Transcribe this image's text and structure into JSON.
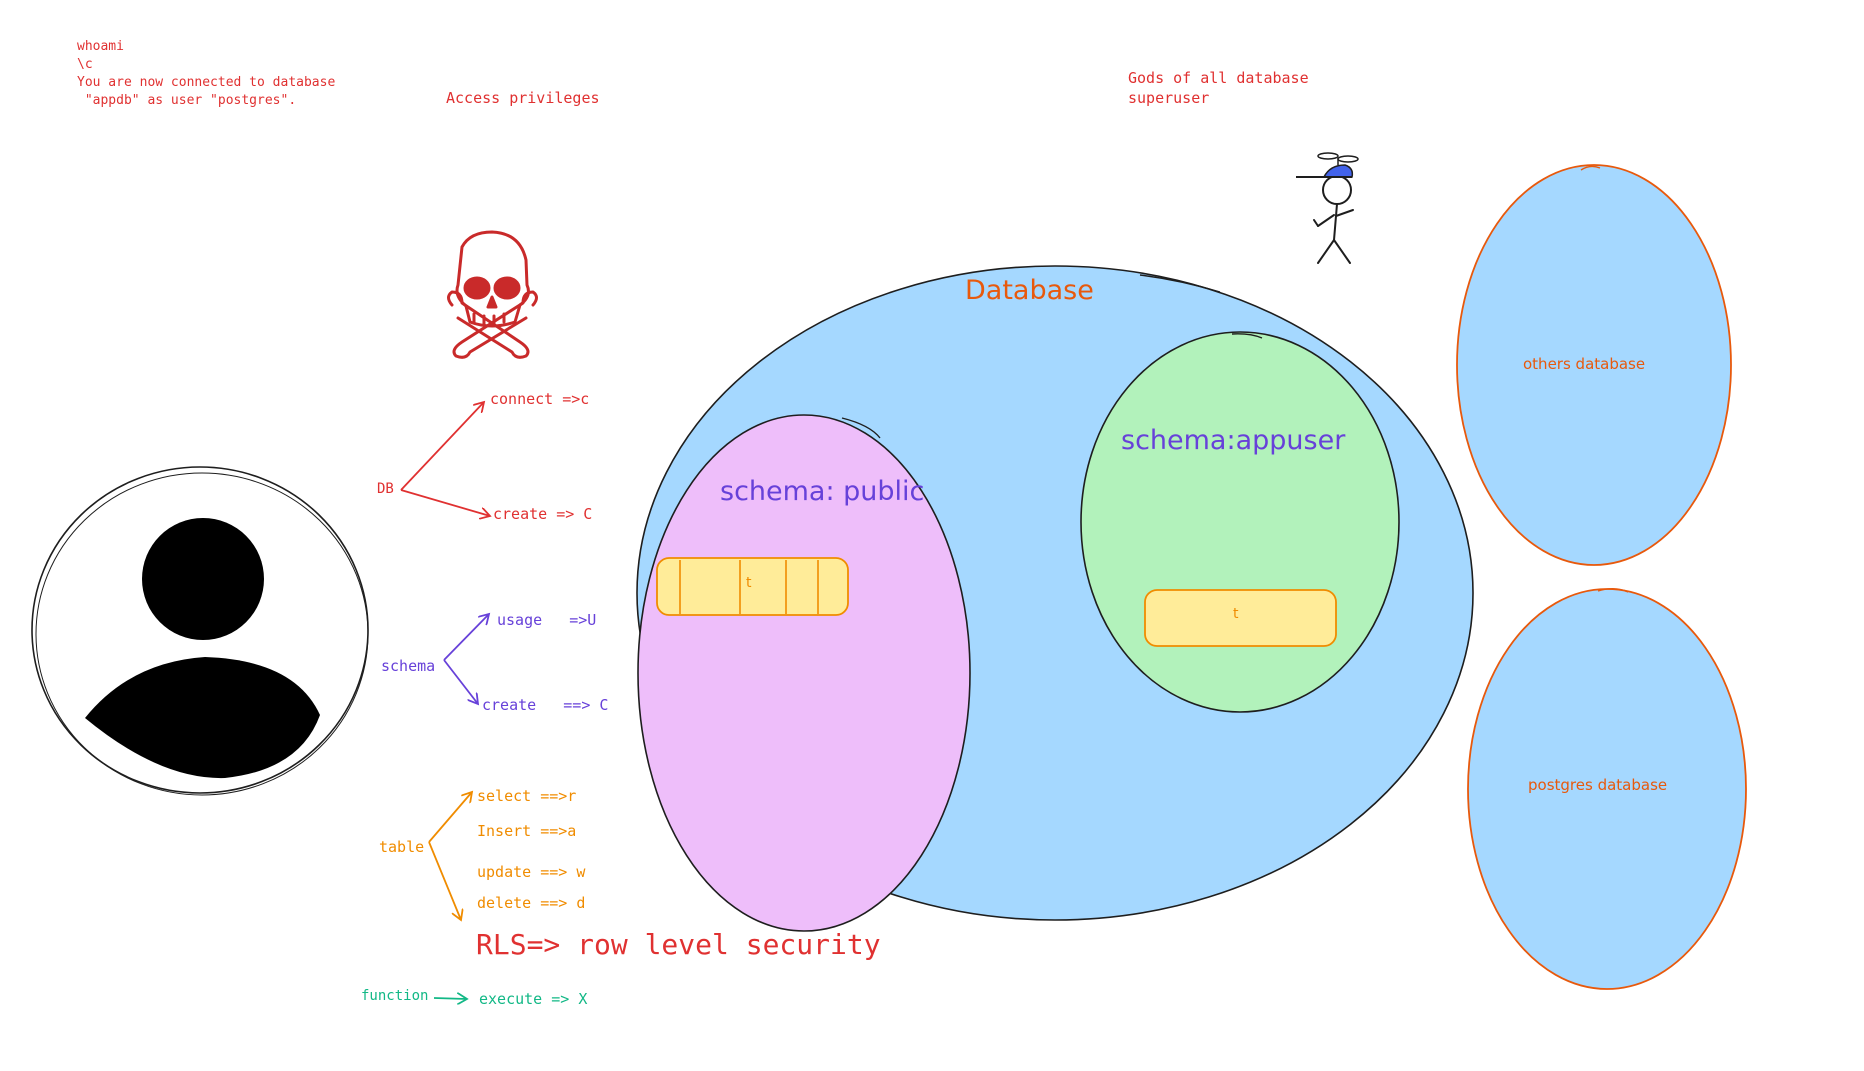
{
  "terminal": {
    "line1": "whoami",
    "line2": "\\c",
    "line3": "You are now connected to database",
    "line4": " \"appdb\" as user \"postgres\"."
  },
  "headings": {
    "access_privileges": "Access privileges",
    "gods_line1": "Gods of all database",
    "gods_line2": "superuser"
  },
  "privileges": {
    "db": {
      "label": "DB",
      "connect": "connect =>c",
      "create": "create => C"
    },
    "schema": {
      "label": "schema",
      "usage": "usage   =>U",
      "create": "create   ==> C"
    },
    "table": {
      "label": "table",
      "select": "select ==>r",
      "insert": "Insert ==>a",
      "update": "update ==> w",
      "delete": "delete ==> d"
    },
    "rls": "RLS=> row level security",
    "function": {
      "label": "function",
      "execute": "execute => X"
    }
  },
  "database": {
    "title": "Database",
    "schema_public": "schema: public",
    "schema_appuser": "schema:appuser",
    "table_public": "t",
    "table_appuser": "t"
  },
  "other_dbs": {
    "others": "others database",
    "postgres": "postgres database"
  },
  "colors": {
    "red": "#e03131",
    "purple": "#6741d9",
    "orange": "#f08c00",
    "teal": "#12b886",
    "blue_fill": "#a5d8ff",
    "pink_fill": "#eebefa",
    "green_fill": "#b2f2bb",
    "yellow_fill": "#ffec99",
    "dark_orange": "#e8590c"
  },
  "icons": [
    "skull-crossbones-icon",
    "user-avatar-icon",
    "stick-figure-superuser-icon",
    "propeller-cap-icon"
  ]
}
